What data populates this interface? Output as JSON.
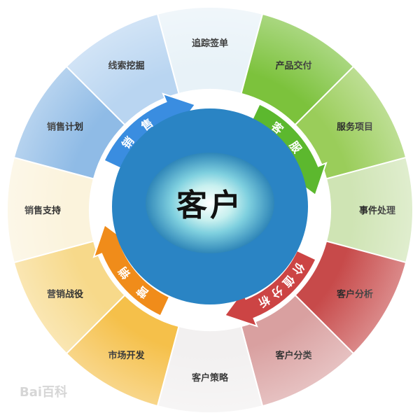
{
  "center": {
    "label": "客户"
  },
  "segments": [
    {
      "label": "追踪签单",
      "color": "#e8f2f8"
    },
    {
      "label": "产品交付",
      "color": "#7cc23c"
    },
    {
      "label": "服务项目",
      "color": "#9acd5a"
    },
    {
      "label": "事件处理",
      "color": "#cfe4b4"
    },
    {
      "label": "客户分析",
      "color": "#c74a4a"
    },
    {
      "label": "客户分类",
      "color": "#d9a0a0"
    },
    {
      "label": "客户策略",
      "color": "#f2f0f0"
    },
    {
      "label": "市场开发",
      "color": "#f5c04a"
    },
    {
      "label": "营销战役",
      "color": "#f7d98a"
    },
    {
      "label": "销售支持",
      "color": "#fbf3dc"
    },
    {
      "label": "销售计划",
      "color": "#8fbbe6"
    },
    {
      "label": "线索挖掘",
      "color": "#b9d5f1"
    }
  ],
  "arcs": [
    {
      "label": "销售",
      "color": "#3a8de0"
    },
    {
      "label": "客服",
      "color": "#5cb82e"
    },
    {
      "label": "价值分析",
      "color": "#cc4444"
    },
    {
      "label": "营销",
      "color": "#f08c1a"
    }
  ],
  "watermark": {
    "text": "Bai百科"
  }
}
